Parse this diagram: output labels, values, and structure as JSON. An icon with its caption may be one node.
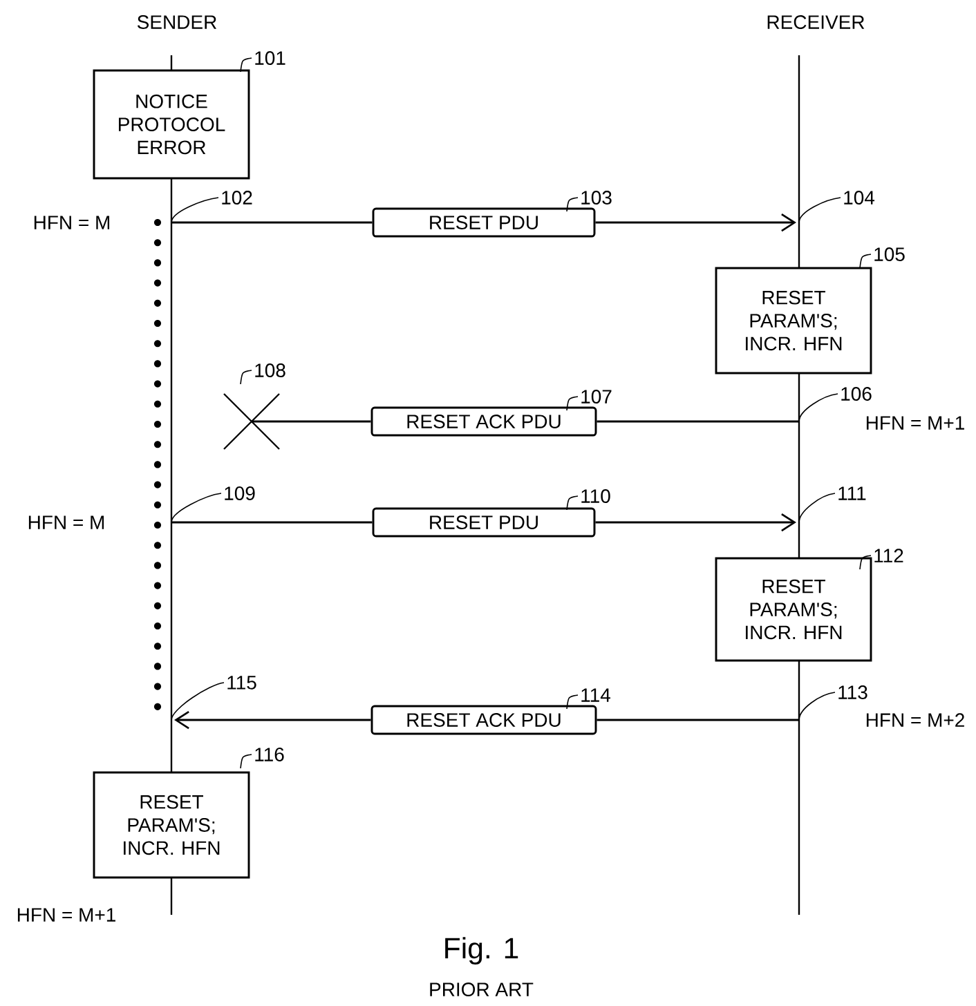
{
  "diagram": {
    "caption": "Fig. 1",
    "nodes": [
      {
        "text": [
          "NOTICE PROTOCOL ERROR"
        ],
        "beside": [
          "101"
        ]
      },
      {
        "text": [
          "RESET PDU"
        ],
        "beside": [
          "103"
        ]
      },
      {
        "text": [
          "RESET PARAM'S; INCR. HFN"
        ],
        "beside": [
          "105"
        ]
      },
      {
        "text": [
          "RESET ACK PDU"
        ],
        "beside": [
          "107"
        ]
      },
      {
        "text": [],
        "shape": "cross",
        "beside": [
          "108"
        ]
      },
      {
        "text": [
          "RESET PDU"
        ],
        "beside": [
          "110"
        ]
      },
      {
        "text": [
          "RESET PARAM'S; INCR. HFN"
        ],
        "beside": [
          "112"
        ]
      },
      {
        "text": [
          "RESET ACK PDU"
        ],
        "beside": [
          "114"
        ]
      },
      {
        "text": [
          "RESET PARAM'S; INCR. HFN"
        ],
        "beside": [
          "116"
        ]
      },
      {
        "text": [
          "102"
        ]
      },
      {
        "text": [
          "104"
        ]
      },
      {
        "text": [
          "106"
        ]
      },
      {
        "text": [
          "109"
        ]
      },
      {
        "text": [
          "111"
        ]
      },
      {
        "text": [
          "113"
        ]
      },
      {
        "text": [
          "115"
        ]
      }
    ],
    "edges": [
      {
        "from": null,
        "to": 1,
        "arrow": "none"
      },
      {
        "from": 1,
        "to": null,
        "arrow": "to"
      },
      {
        "from": null,
        "to": 3,
        "arrow": "none"
      },
      {
        "from": 3,
        "to": 4,
        "arrow": "none"
      },
      {
        "from": null,
        "to": 5,
        "arrow": "none"
      },
      {
        "from": 5,
        "to": null,
        "arrow": "to"
      },
      {
        "from": null,
        "to": 7,
        "arrow": "none"
      },
      {
        "from": 7,
        "to": null,
        "arrow": "to"
      },
      {
        "from": 9,
        "to": null,
        "arrow": "none"
      },
      {
        "from": 10,
        "to": null,
        "arrow": "none"
      },
      {
        "from": 11,
        "to": null,
        "arrow": "none"
      },
      {
        "from": 12,
        "to": null,
        "arrow": "none"
      },
      {
        "from": 13,
        "to": null,
        "arrow": "none"
      },
      {
        "from": 14,
        "to": null,
        "arrow": "none"
      },
      {
        "from": 15,
        "to": null,
        "arrow": "none"
      }
    ],
    "labels": [
      "SENDER",
      "RECEIVER",
      "HFN = M",
      "HFN = M+1",
      "HFN = M",
      "HFN = M+2",
      "HFN = M+1",
      "PRIOR ART"
    ]
  }
}
